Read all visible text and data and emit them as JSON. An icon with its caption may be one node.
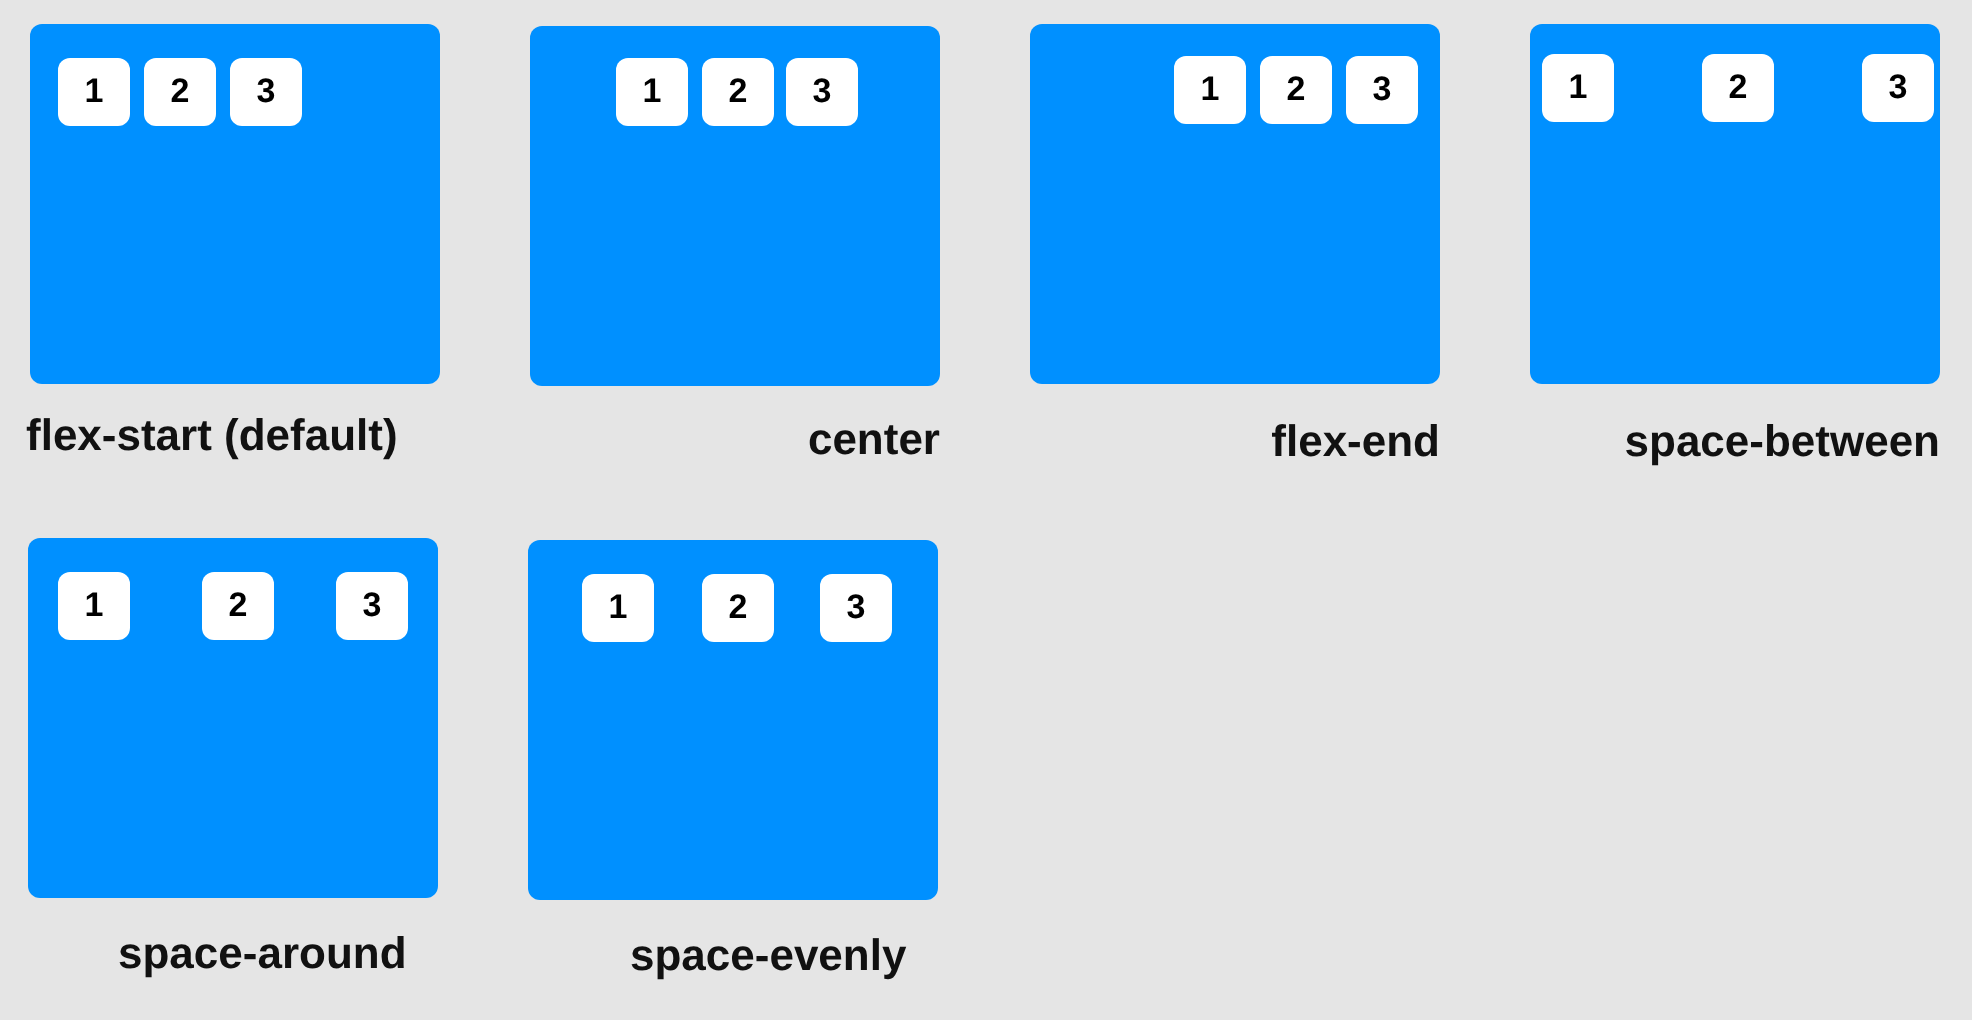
{
  "diagram": {
    "nodes": [
      {
        "text": [],
        "shape": "box",
        "beside": [
          "flex-start (default)"
        ]
      },
      {
        "text": [
          "1"
        ],
        "in": 0
      },
      {
        "text": [
          "2"
        ],
        "in": 0
      },
      {
        "text": [
          "3"
        ],
        "in": 0
      },
      {
        "text": [],
        "shape": "box",
        "beside": [
          "center"
        ]
      },
      {
        "text": [
          "1"
        ],
        "in": 4
      },
      {
        "text": [
          "2"
        ],
        "in": 4
      },
      {
        "text": [
          "3"
        ],
        "in": 4
      },
      {
        "text": [],
        "shape": "box",
        "beside": [
          "flex-end"
        ]
      },
      {
        "text": [
          "1"
        ],
        "in": 8
      },
      {
        "text": [
          "2"
        ],
        "in": 8
      },
      {
        "text": [
          "3"
        ],
        "in": 8
      },
      {
        "text": [],
        "shape": "box",
        "beside": [
          "space-between"
        ]
      },
      {
        "text": [
          "1"
        ],
        "in": 12
      },
      {
        "text": [
          "2"
        ],
        "in": 12
      },
      {
        "text": [
          "3"
        ],
        "in": 12
      },
      {
        "text": [],
        "shape": "box",
        "beside": [
          "space-around"
        ]
      },
      {
        "text": [
          "1"
        ],
        "in": 16
      },
      {
        "text": [
          "2"
        ],
        "in": 16
      },
      {
        "text": [
          "3"
        ],
        "in": 16
      },
      {
        "text": [],
        "shape": "box",
        "beside": [
          "space-evenly"
        ]
      },
      {
        "text": [
          "1"
        ],
        "in": 20
      },
      {
        "text": [
          "2"
        ],
        "in": 20
      },
      {
        "text": [
          "3"
        ],
        "in": 20
      }
    ]
  }
}
